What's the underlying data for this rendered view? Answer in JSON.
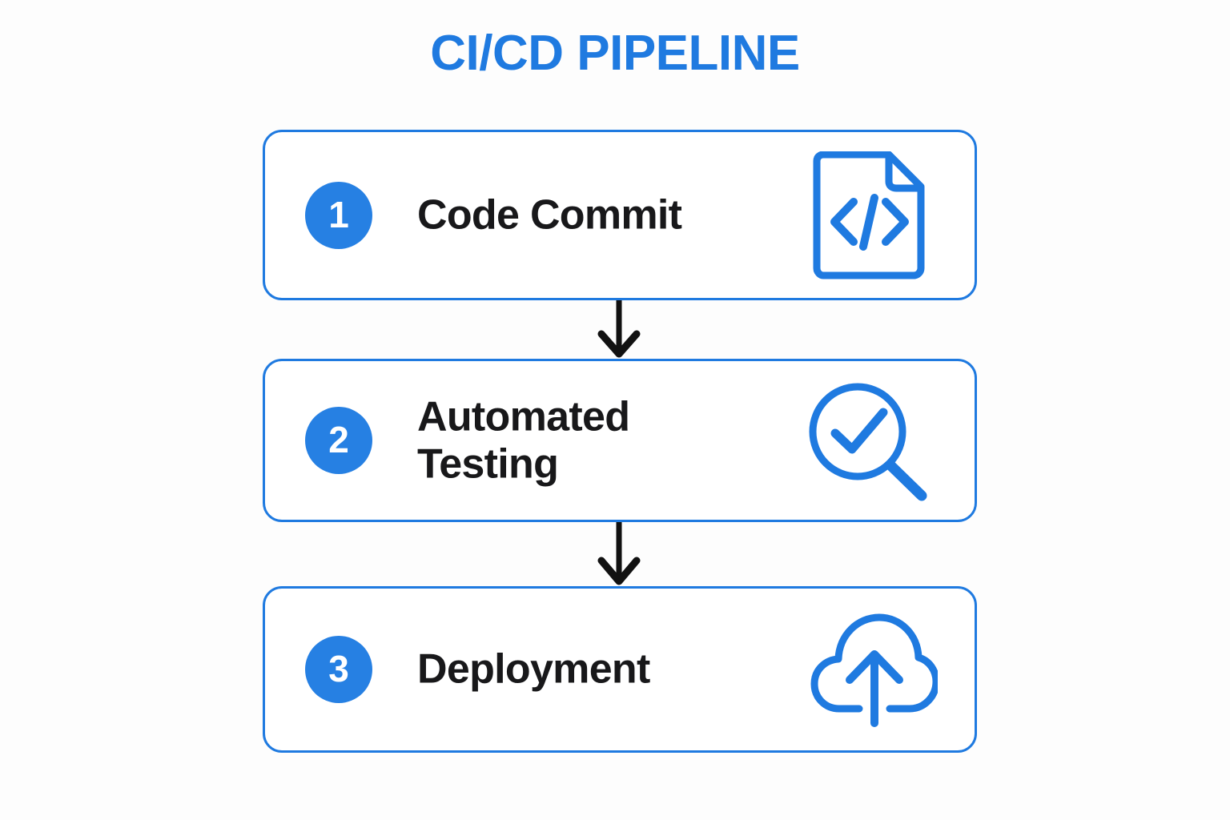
{
  "page": {
    "title": "CI/CD PIPELINE",
    "background_color": "#fdfdfd",
    "accent_color": "#1f7ae0",
    "badge_color": "#2680e3",
    "label_color": "#18181a",
    "arrow_color": "#111111"
  },
  "steps": [
    {
      "number": "1",
      "label": "Code Commit",
      "icon": "code-file-icon"
    },
    {
      "number": "2",
      "label": "Automated\nTesting",
      "icon": "magnifier-check-icon"
    },
    {
      "number": "3",
      "label": "Deployment",
      "icon": "cloud-upload-icon"
    }
  ],
  "connectors": [
    {
      "name": "arrow-down-icon",
      "from": "1",
      "to": "2"
    },
    {
      "name": "arrow-down-icon",
      "from": "2",
      "to": "3"
    }
  ]
}
